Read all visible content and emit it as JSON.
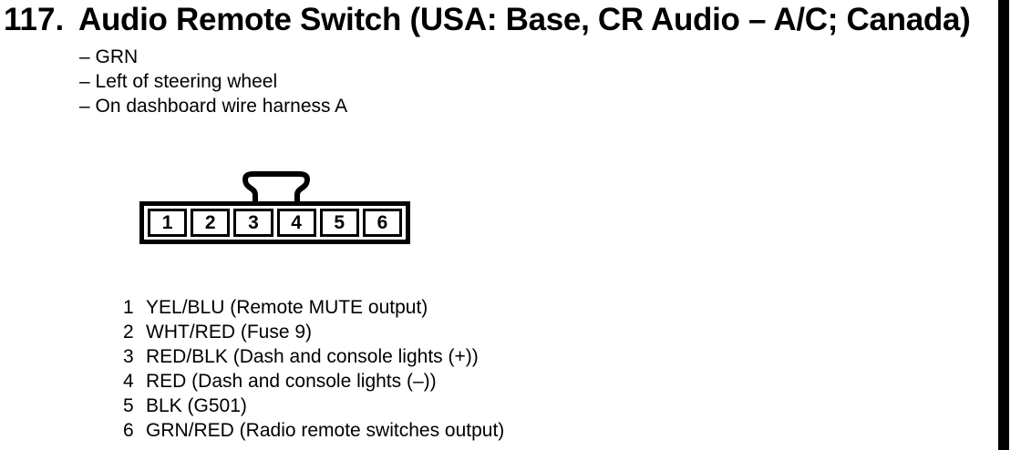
{
  "section": {
    "number": "117.",
    "title": "Audio Remote Switch (USA: Base, CR Audio – A/C; Canada)"
  },
  "notes": [
    "– GRN",
    "– Left of steering wheel",
    "– On dashboard wire harness A"
  ],
  "connector": {
    "pins": [
      "1",
      "2",
      "3",
      "4",
      "5",
      "6"
    ]
  },
  "pinout": [
    {
      "pin": "1",
      "desc": "YEL/BLU (Remote MUTE output)"
    },
    {
      "pin": "2",
      "desc": "WHT/RED (Fuse 9)"
    },
    {
      "pin": "3",
      "desc": "RED/BLK (Dash and console lights (+))"
    },
    {
      "pin": "4",
      "desc": "RED (Dash and console lights (–))"
    },
    {
      "pin": "5",
      "desc": "BLK (G501)"
    },
    {
      "pin": "6",
      "desc": "GRN/RED (Radio remote switches output)"
    }
  ],
  "colors": {
    "ink": "#000000",
    "paper": "#ffffff"
  }
}
